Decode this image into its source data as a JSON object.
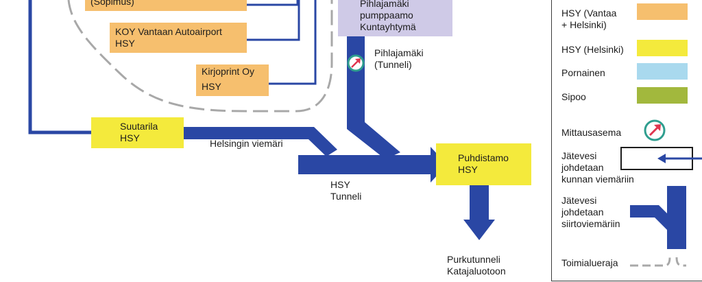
{
  "boxes": {
    "sopimus": "(Sopimus)",
    "autoairport": [
      "KOY Vantaan Autoairport",
      "HSY"
    ],
    "kirjoprint": [
      "Kirjoprint Oy",
      "HSY"
    ],
    "suutarila": [
      "Suutarila",
      "HSY"
    ],
    "pihlajamaki_pump": [
      "Pihlajamäki",
      "pumppaamo",
      "Kuntayhtymä"
    ],
    "puhdistamo": [
      "Puhdistamo",
      "HSY"
    ]
  },
  "labels": {
    "pihlajamaki_tunneli": [
      "Pihlajamäki",
      "(Tunneli)"
    ],
    "helsingin_viemari": "Helsingin viemäri",
    "hsy_tunneli": [
      "HSY",
      "Tunneli"
    ],
    "purkutunneli": [
      "Purkutunneli",
      "Katajaluotoon"
    ]
  },
  "legend": {
    "hsy_vantaa_helsinki": [
      "HSY (Vantaa",
      "+ Helsinki)"
    ],
    "hsy_helsinki": "HSY (Helsinki)",
    "pornainen": "Pornainen",
    "sipoo": "Sipoo",
    "mittausasema": "Mittausasema",
    "kunnan_viemari": [
      "Jätevesi",
      "johdetaan",
      "kunnan viemäriin"
    ],
    "siirtoviemari": [
      "Jätevesi",
      "johdetaan",
      "siirtoviemäriin"
    ],
    "toimialueraja": "Toimialueraja"
  },
  "colors": {
    "pipe": "#2a47a4",
    "hsy_vantaa_helsinki": "#f6bf6e",
    "hsy_helsinki": "#f4ea3c",
    "pornainen": "#a9d9ee",
    "sipoo": "#a2b83d",
    "kuntayhtyma": "#cfcae7",
    "boundary": "#a8a8a8",
    "gauge_ring": "#2f9e8f",
    "gauge_arrow": "#e0354f"
  },
  "icons": {
    "measurement_station": "gauge-arrow-icon"
  }
}
